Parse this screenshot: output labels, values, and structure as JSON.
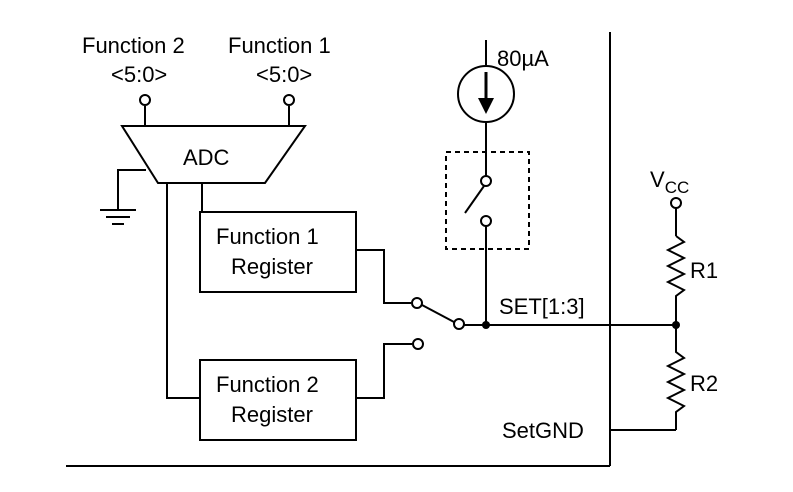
{
  "labels": {
    "function2": "Function 2",
    "function1": "Function 1",
    "f2_bits": "<5:0>",
    "f1_bits": "<5:0>",
    "adc": "ADC",
    "current": "80µA",
    "vcc_main": "V",
    "vcc_sub": "CC",
    "reg1_line1": "Function 1",
    "reg1_line2": "Register",
    "reg2_line1": "Function 2",
    "reg2_line2": "Register",
    "set": "SET[1:3]",
    "r1": "R1",
    "r2": "R2",
    "setgnd": "SetGND"
  }
}
